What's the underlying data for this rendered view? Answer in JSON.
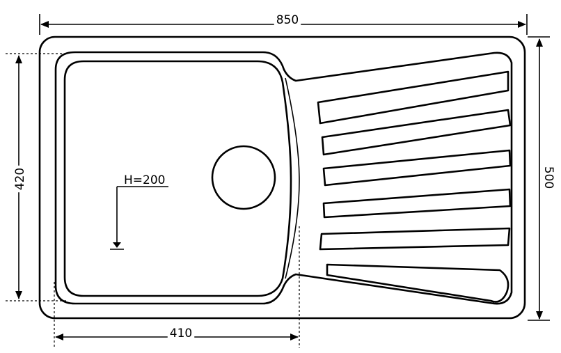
{
  "dimensions": {
    "overall_width": "850",
    "overall_height": "500",
    "bowl_height": "420",
    "bowl_width": "410"
  },
  "annotations": {
    "depth": "H=200"
  }
}
